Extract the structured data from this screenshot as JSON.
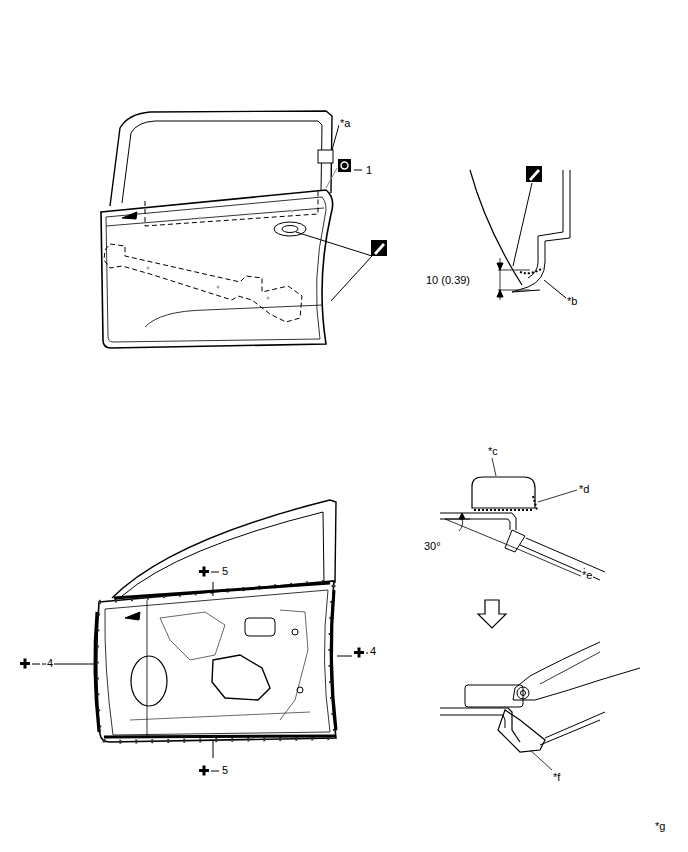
{
  "diagram": {
    "labels": [
      "*a",
      "1",
      "10 (0.39)",
      "*b",
      "*c",
      "*d",
      "30°",
      "5",
      "4",
      "4",
      "*e",
      "*f",
      "5",
      "*g"
    ]
  }
}
